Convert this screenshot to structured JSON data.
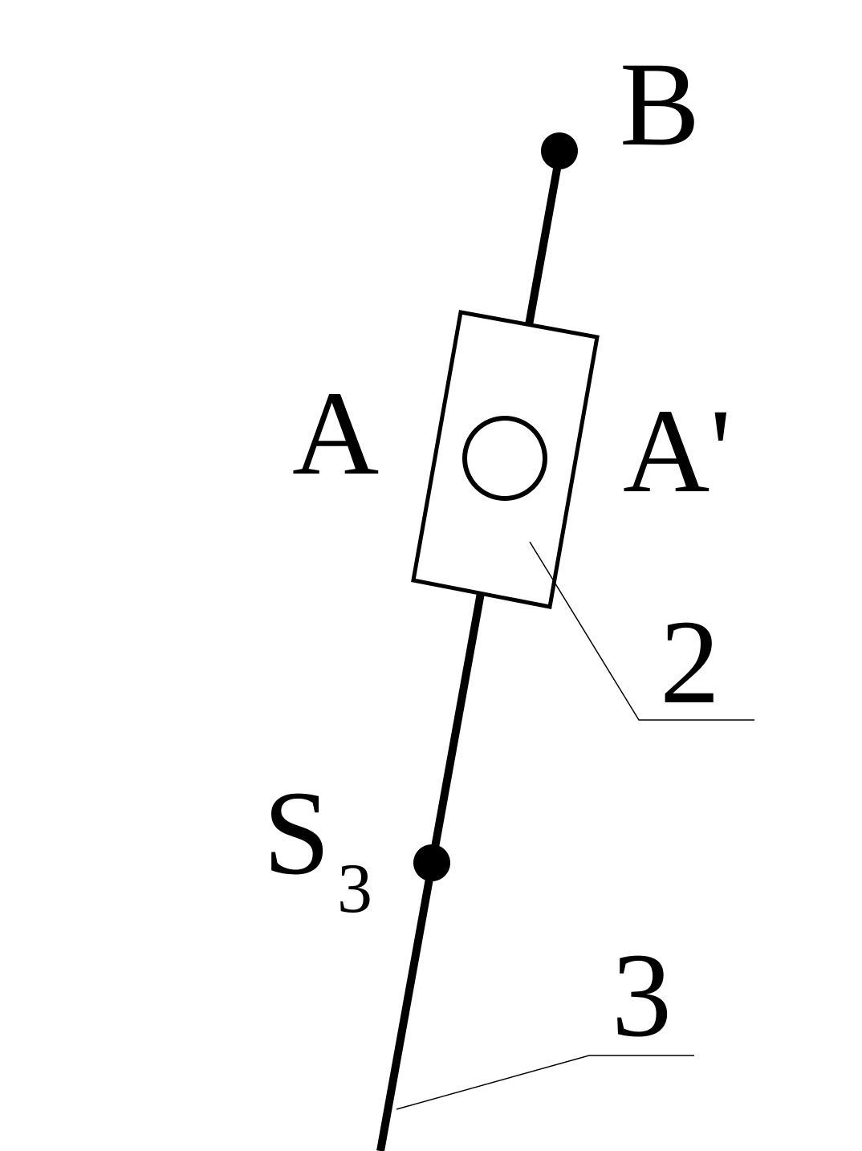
{
  "labels": {
    "point_b": "B",
    "point_a": "A",
    "point_a_prime": "A'",
    "point_s": "S",
    "point_s_subscript": "3",
    "callout_2": "2",
    "callout_3": "3"
  },
  "colors": {
    "stroke": "#000000",
    "background": "#ffffff"
  }
}
